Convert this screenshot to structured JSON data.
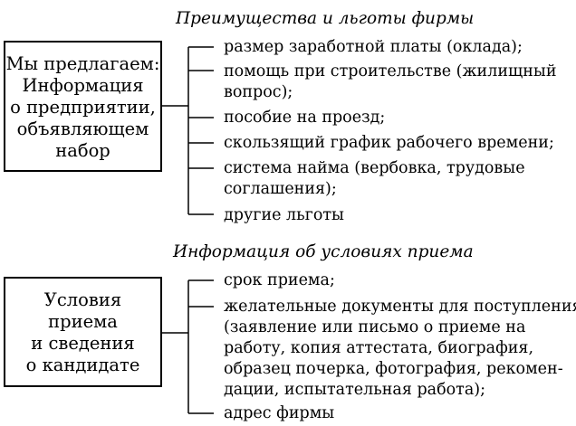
{
  "section1": {
    "heading": "Преимущества и льготы фирмы",
    "box_lines": [
      "Мы предлагаем:",
      "Информация",
      "о предприятии,",
      "объявляющем",
      "набор"
    ],
    "items": [
      [
        "размер заработной платы (оклада);"
      ],
      [
        "помощь при строительстве (жилищный",
        "вопрос);"
      ],
      [
        "пособие на проезд;"
      ],
      [
        "скользящий график рабочего времени;"
      ],
      [
        "система найма (вербовка, трудовые",
        "соглашения);"
      ],
      [
        "другие льготы"
      ]
    ]
  },
  "section2": {
    "heading": "Информация об условиях приема",
    "box_lines": [
      "Условия",
      "приема",
      "и сведения",
      "о кандидате"
    ],
    "items": [
      [
        "срок приема;"
      ],
      [
        "желательные документы для поступления",
        "(заявление или письмо о приеме на",
        "работу, копия аттестата, биография,",
        "образец почерка, фотография, рекомен-",
        "дации, испытательная работа);"
      ],
      [
        "адрес фирмы"
      ]
    ]
  }
}
